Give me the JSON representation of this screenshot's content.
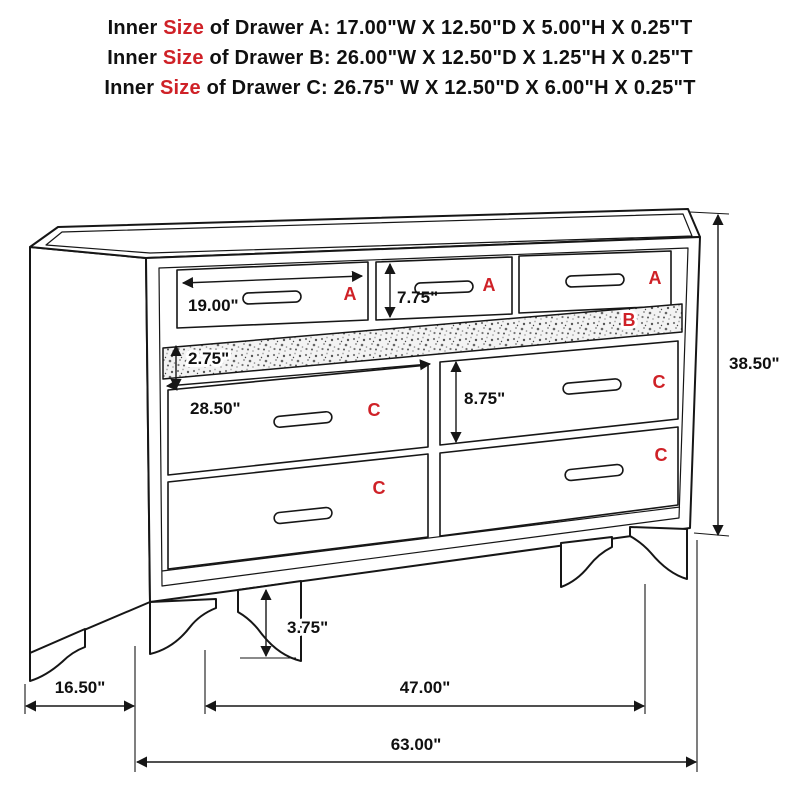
{
  "header": {
    "lines": [
      {
        "pre": "Inner",
        "accent": "Size",
        "rest": "of Drawer A: 17.00\"W X 12.50\"D X 5.00\"H X 0.25\"T"
      },
      {
        "pre": "Inner",
        "accent": "Size",
        "rest": "of Drawer B: 26.00\"W X 12.50\"D X 1.25\"H X 0.25\"T"
      },
      {
        "pre": "Inner",
        "accent": "Size",
        "rest": "of Drawer C: 26.75\" W X 12.50\"D X 6.00\"H X 0.25\"T"
      }
    ]
  },
  "drawer_labels": {
    "a": "A",
    "b": "B",
    "c": "C"
  },
  "dimensions": {
    "drawer_a_width": "19.00\"",
    "drawer_a_height": "7.75\"",
    "drawer_b_height": "2.75\"",
    "drawer_c_width": "28.50\"",
    "drawer_c_height": "8.75\"",
    "overall_height": "38.50\"",
    "foot_height": "3.75\"",
    "overall_depth": "16.50\"",
    "foot_span_width": "47.00\"",
    "overall_width": "63.00\""
  },
  "colors": {
    "accent_red": "#cf2127",
    "line_black": "#161616",
    "background": "#ffffff"
  }
}
